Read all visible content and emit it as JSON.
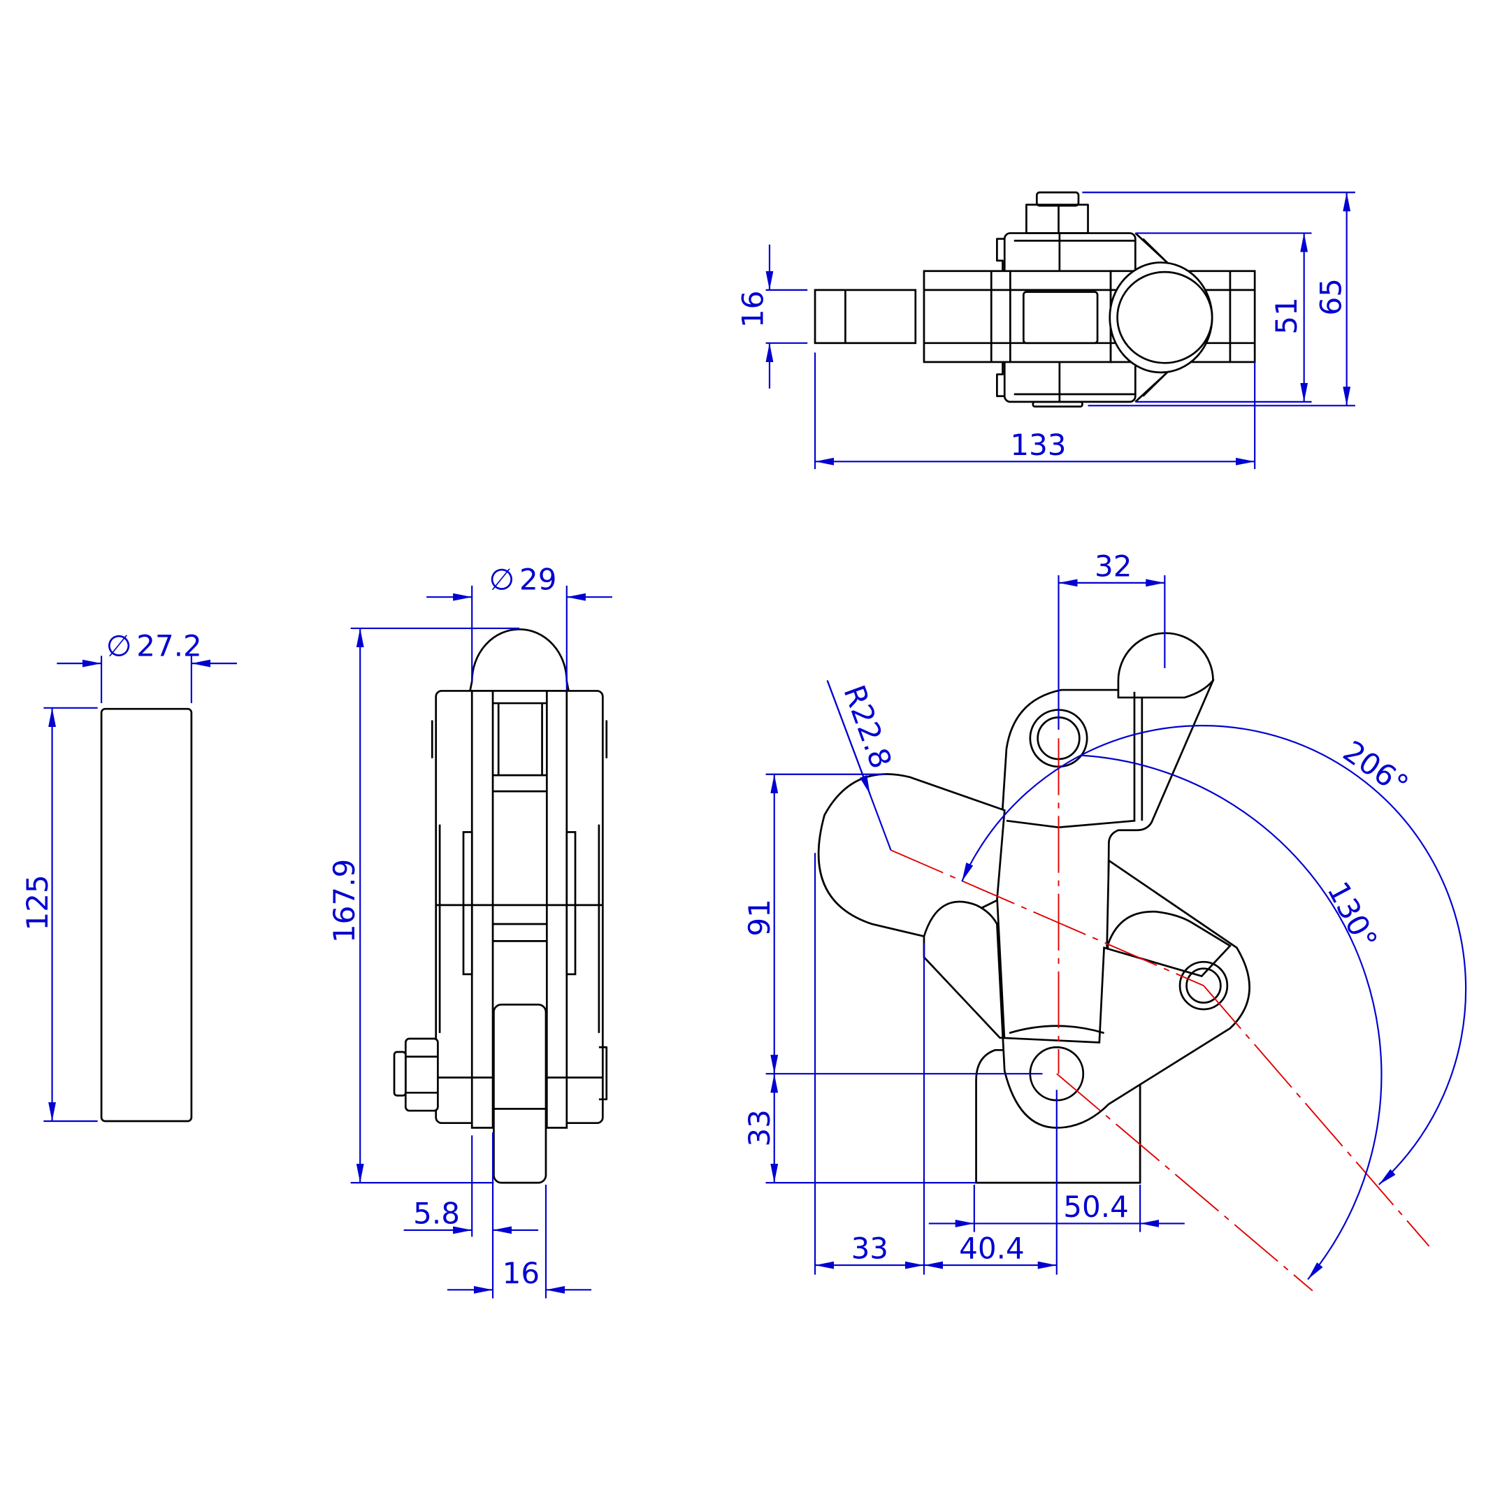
{
  "title": "Toggle clamp dimensional drawing",
  "colors": {
    "outline": "#000000",
    "dimension": "#0000d0",
    "centerline": "#e00000"
  },
  "dimensions": {
    "top_width": "16",
    "top_height_inner": "51",
    "top_height_outer": "65",
    "top_length": "133",
    "pin_length": "125",
    "pin_diameter": "27.2",
    "side_height": "167.9",
    "side_dome_diameter": "29",
    "side_offset": "5.8",
    "side_lever_width": "16",
    "front_pin_spacing": "32",
    "front_radius": "R22.8",
    "front_height_upper": "91",
    "front_height_lower": "33",
    "front_base_offset": "50.4",
    "front_left_offset": "33",
    "front_mid_offset": "40.4",
    "angle_open": "206°",
    "angle_handle": "130°"
  },
  "symbols": {
    "diameter": "∅"
  }
}
